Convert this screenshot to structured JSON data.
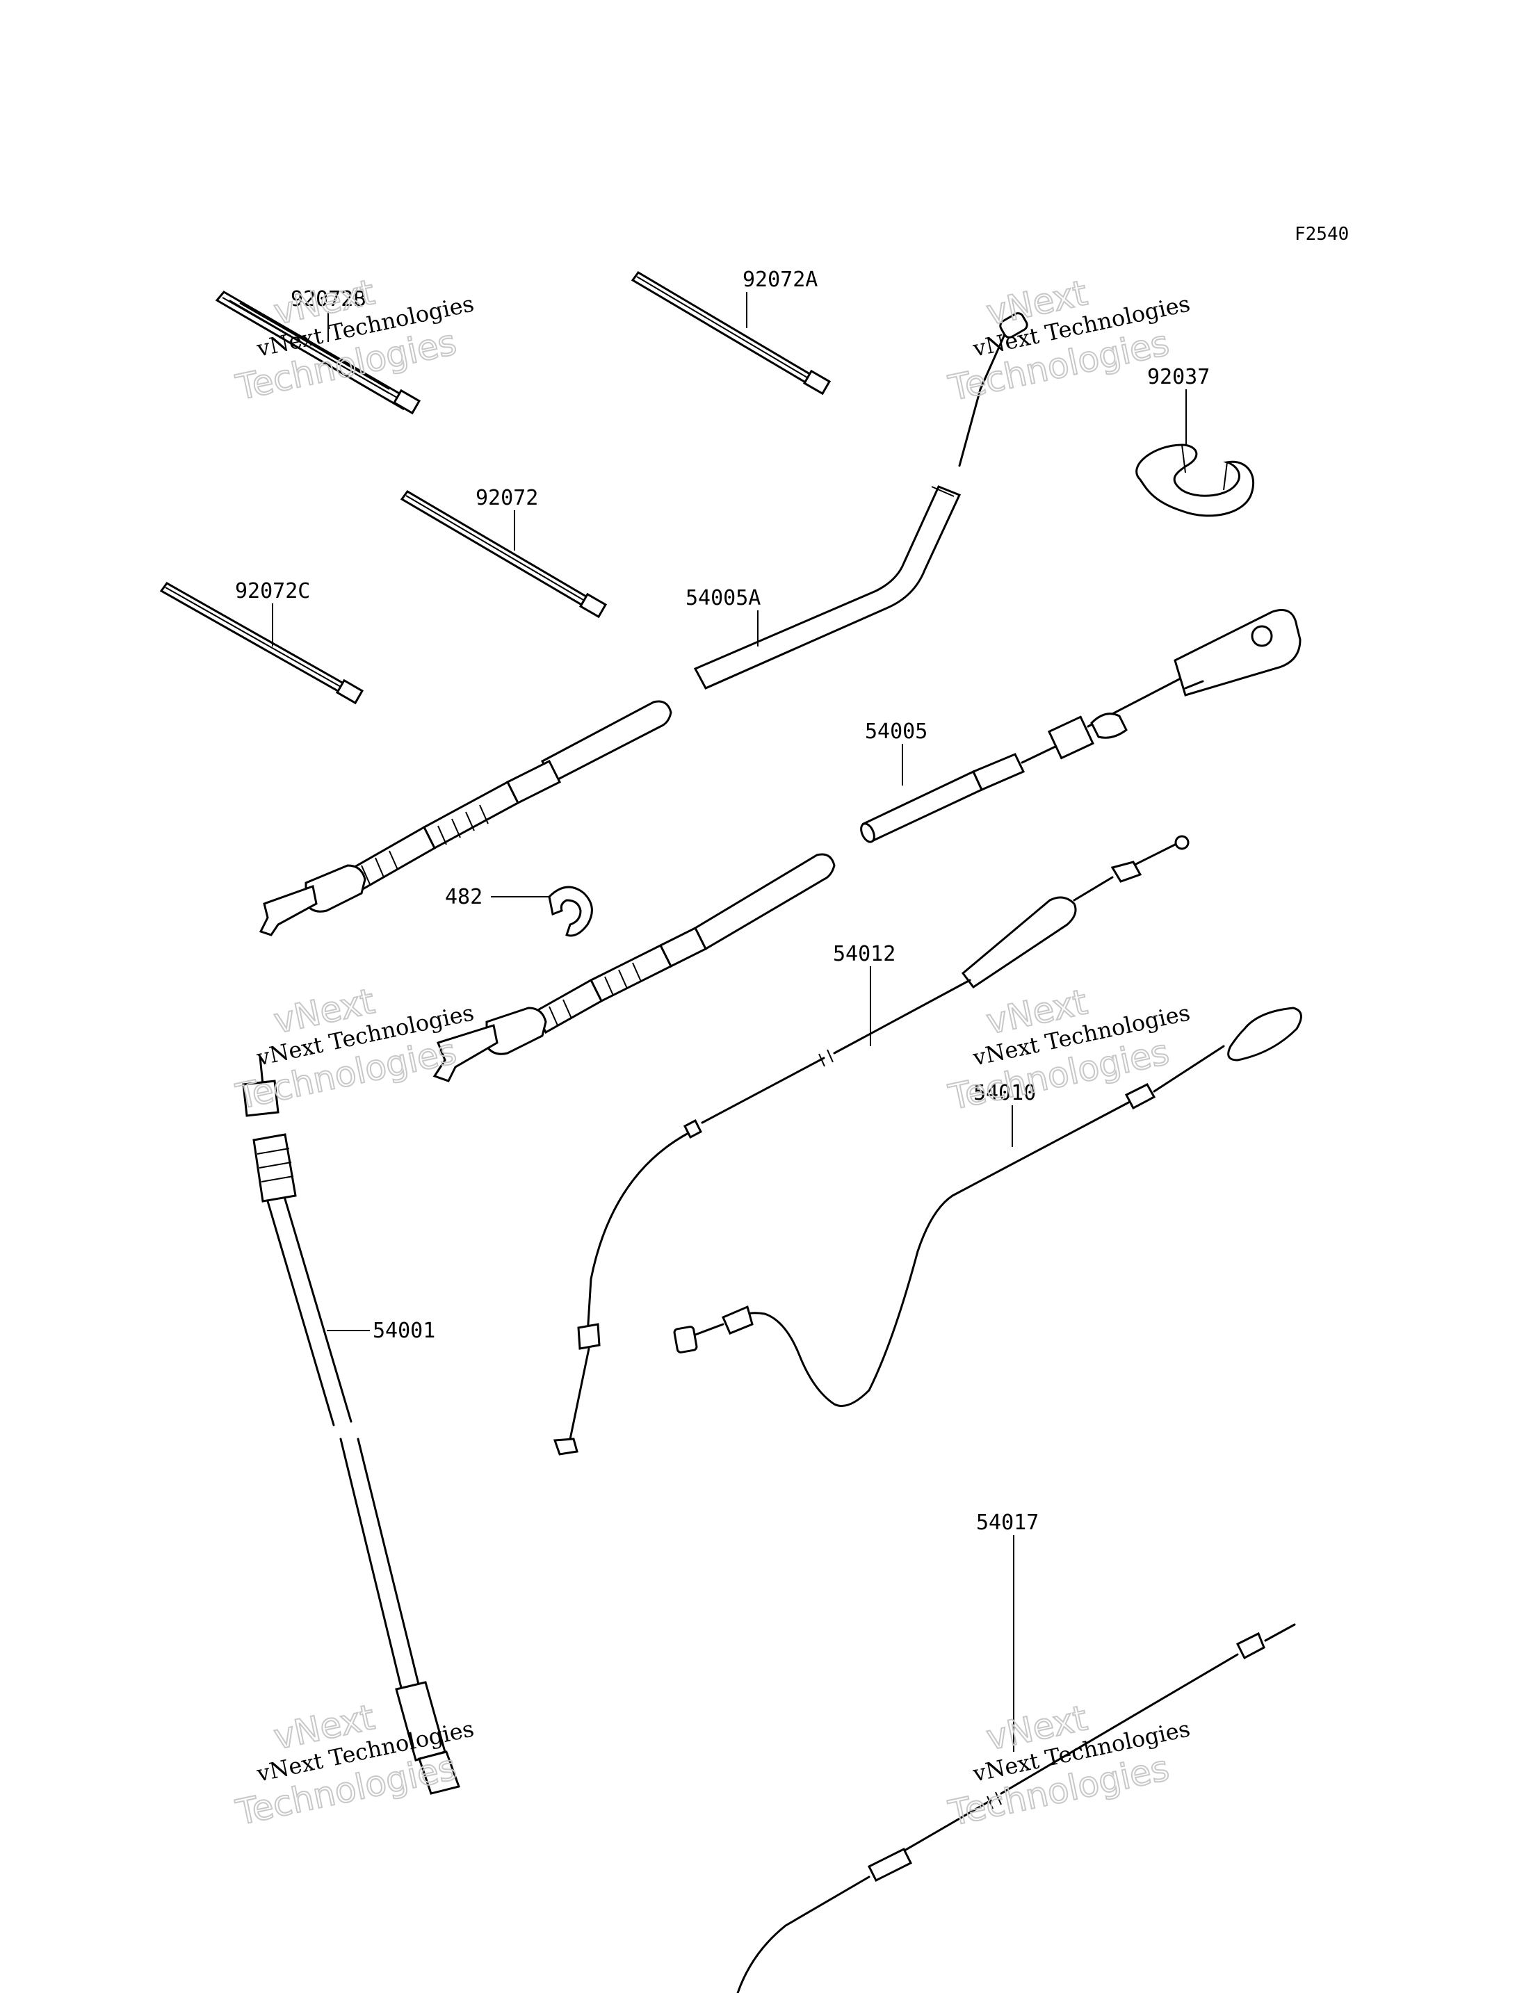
{
  "figure_code": "F2540",
  "parts": [
    {
      "id": "92072B",
      "label": "92072B"
    },
    {
      "id": "92072A",
      "label": "92072A"
    },
    {
      "id": "92072",
      "label": "92072"
    },
    {
      "id": "92072C",
      "label": "92072C"
    },
    {
      "id": "92037",
      "label": "92037"
    },
    {
      "id": "54005A",
      "label": "54005A"
    },
    {
      "id": "54005",
      "label": "54005"
    },
    {
      "id": "482",
      "label": "482"
    },
    {
      "id": "54012",
      "label": "54012"
    },
    {
      "id": "54010",
      "label": "54010"
    },
    {
      "id": "54001",
      "label": "54001"
    },
    {
      "id": "54017",
      "label": "54017"
    }
  ],
  "watermark": {
    "line1": "vNext Technologies",
    "line2": "vNext",
    "line3": "Technologies"
  }
}
